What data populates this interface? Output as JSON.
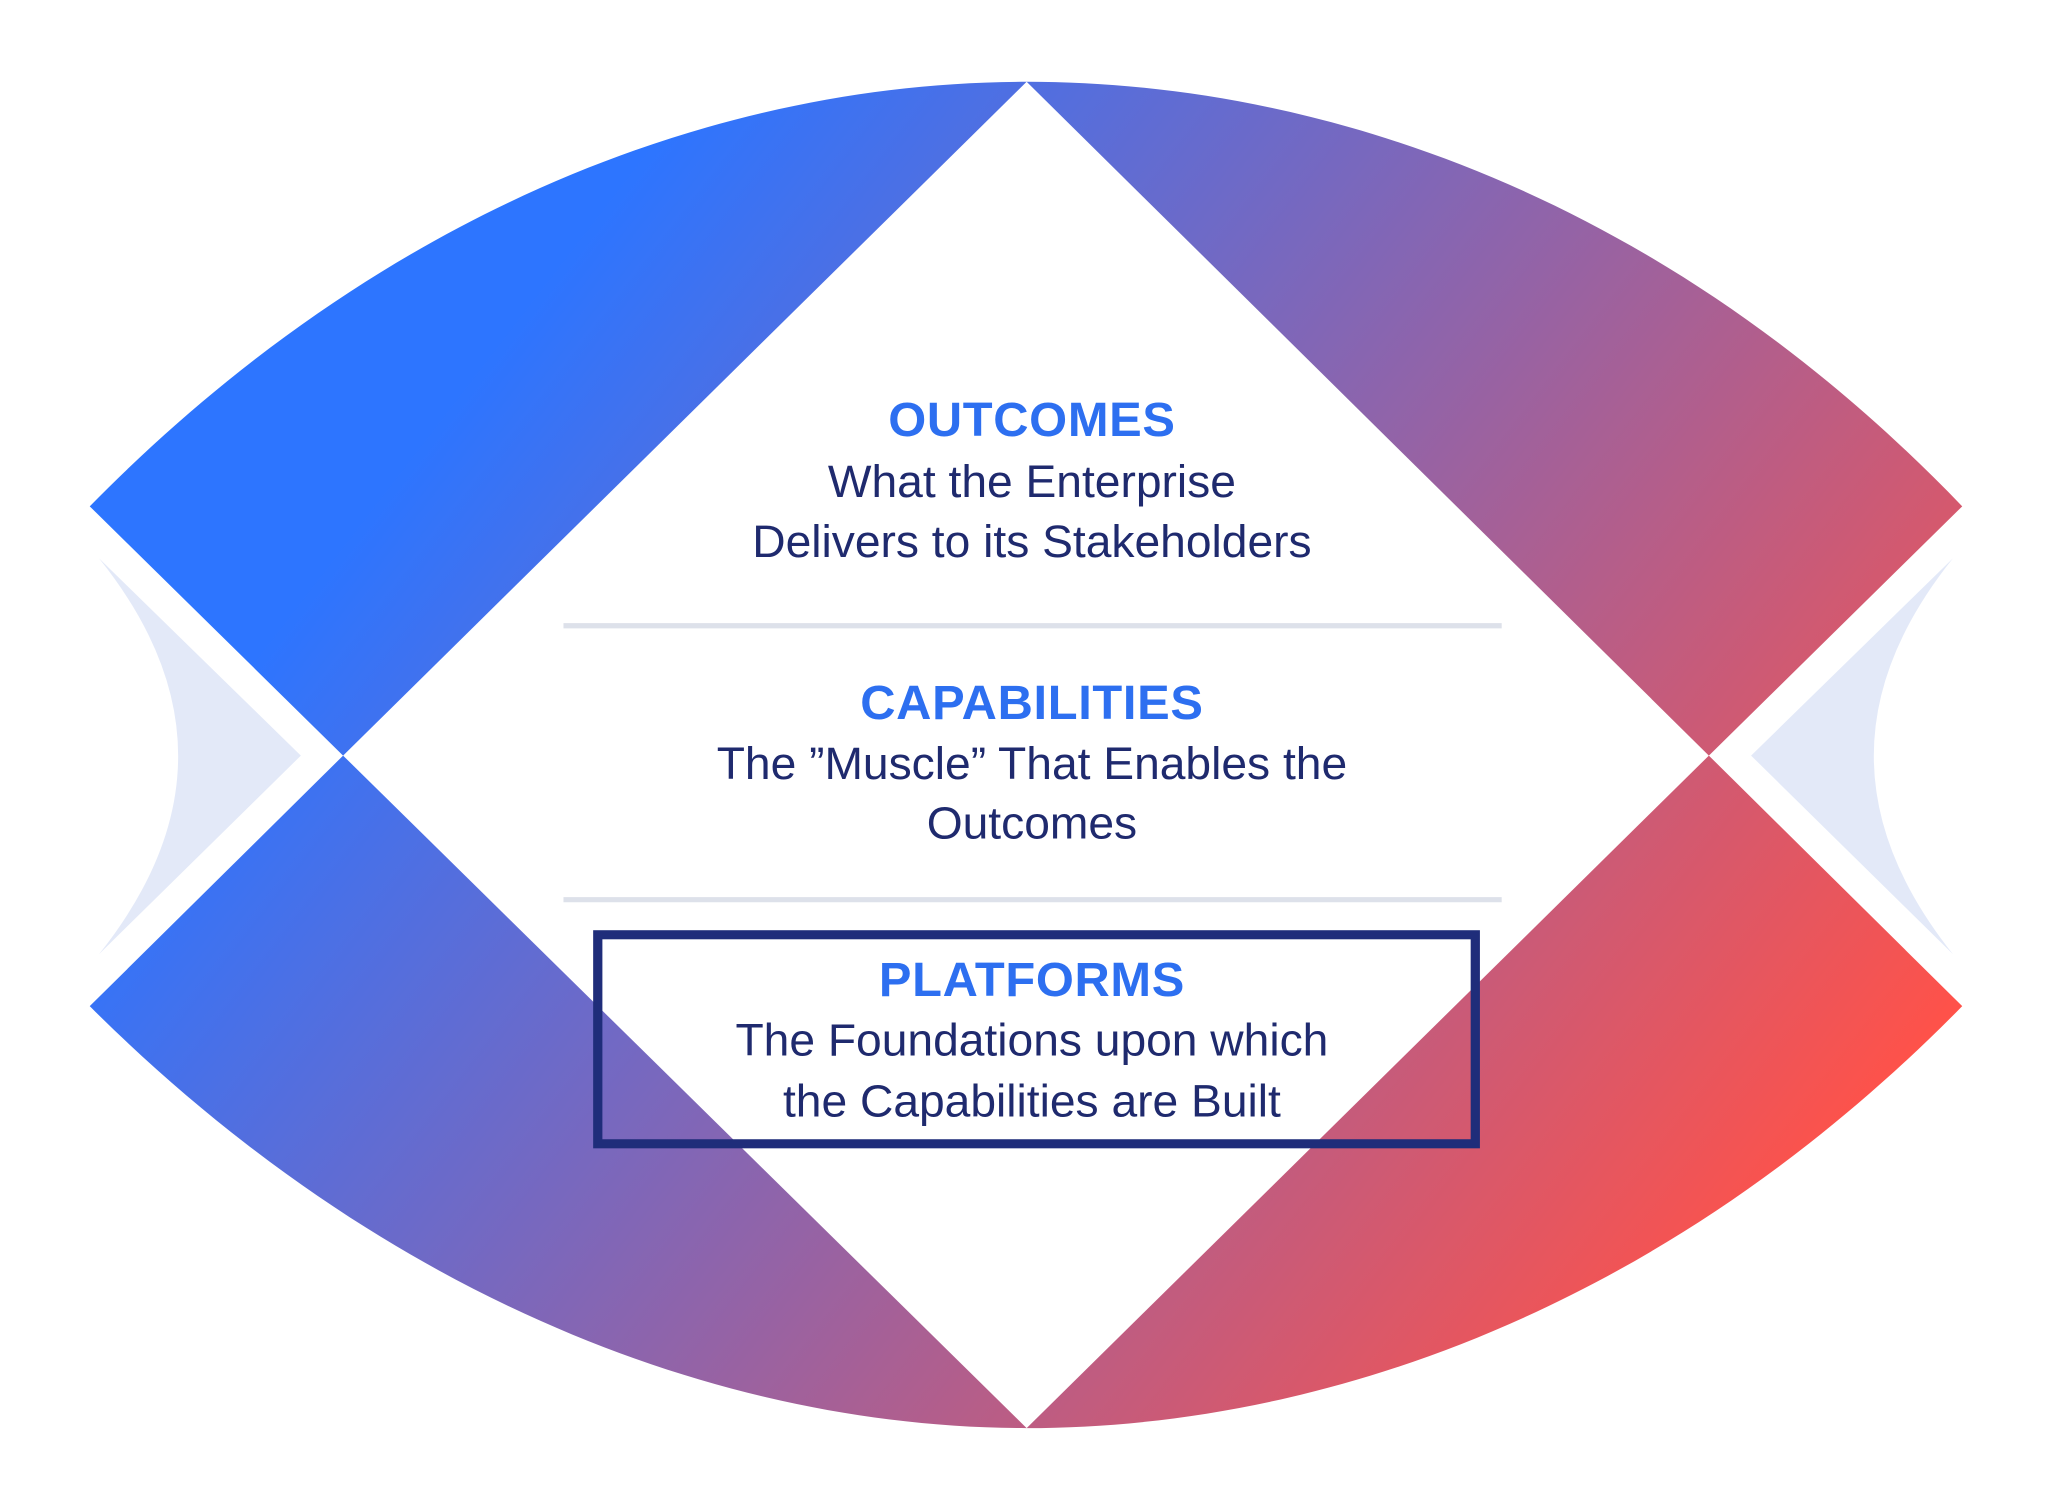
{
  "sections": [
    {
      "title": "OUTCOMES",
      "lines": [
        "What the Enterprise",
        "Delivers to its Stakeholders"
      ]
    },
    {
      "title": "CAPABILITIES",
      "lines": [
        "The ”Muscle” That Enables the",
        "Outcomes"
      ]
    },
    {
      "title": "PLATFORMS",
      "lines": [
        "The Foundations upon which",
        "the Capabilities are Built"
      ],
      "highlighted": true
    }
  ],
  "colors": {
    "gradient_start": "#2d75ff",
    "gradient_mid": "#9463a6",
    "gradient_end": "#ff5249",
    "title": "#2d6ff0",
    "body": "#1f2a6e",
    "highlight_border": "#1f2d7a",
    "crescent": "#e3e9f8",
    "divider": "#dde1ea"
  }
}
